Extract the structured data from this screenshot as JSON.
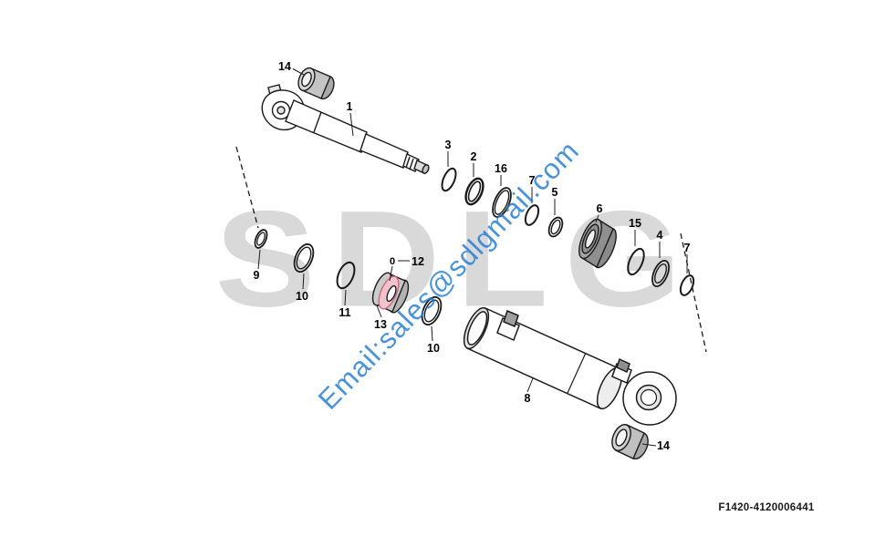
{
  "watermarks": {
    "brand": "SDLG",
    "email": "Email:sales@sdlgmail.com"
  },
  "figure_code": "F1420-4120006441",
  "part_labels": [
    "14",
    "1",
    "3",
    "2",
    "16",
    "7",
    "5",
    "6",
    "15",
    "4",
    "7",
    "9",
    "10",
    "11",
    "13",
    "0",
    "12",
    "10",
    "8",
    "14"
  ],
  "colors": {
    "line": "#1a1a1a",
    "highlight_seal": "#f3c3cd",
    "watermark_brand": "#d9d9d9",
    "watermark_email": "#1b78d5",
    "metal_gray": "#c4c4c4"
  }
}
